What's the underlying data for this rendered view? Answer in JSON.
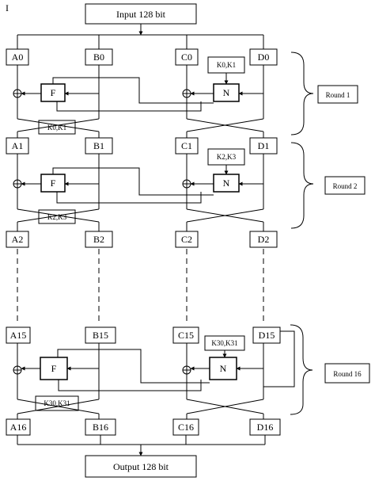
{
  "corner_mark": "I",
  "input_label": "Input 128 bit",
  "output_label": "Output 128 bit",
  "function_f": "F",
  "function_n": "N",
  "rounds": [
    {
      "a": "A0",
      "b": "B0",
      "c": "C0",
      "d": "D0",
      "key_left": "K0,K1",
      "key_right": "K0,K1",
      "round_label": "Round 1"
    },
    {
      "a": "A1",
      "b": "B1",
      "c": "C1",
      "d": "D1",
      "key_left": "K2,K3",
      "key_right": "K2,K3",
      "round_label": "Round 2"
    },
    {
      "a": "A15",
      "b": "B15",
      "c": "C15",
      "d": "D15",
      "key_left": "K30,K31",
      "key_right": "K30,K31",
      "round_label": "Round 16"
    }
  ],
  "after_round_2": {
    "a": "A2",
    "b": "B2",
    "c": "C2",
    "d": "D2"
  },
  "final_output": {
    "a": "A16",
    "b": "B16",
    "c": "C16",
    "d": "D16"
  }
}
